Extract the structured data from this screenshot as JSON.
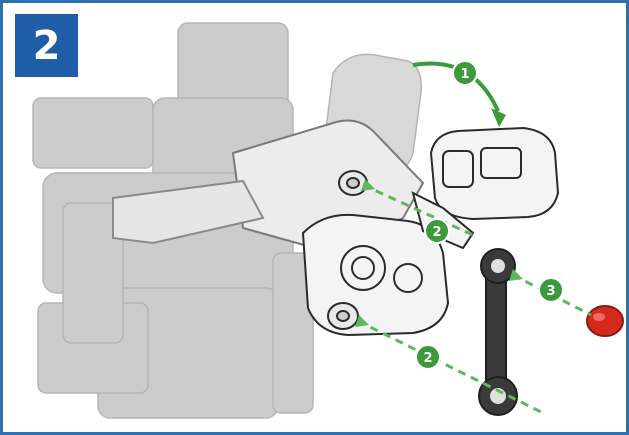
{
  "step": {
    "number": "2"
  },
  "callouts": [
    {
      "id": "c1",
      "label": "1"
    },
    {
      "id": "c2a",
      "label": "2"
    },
    {
      "id": "c2b",
      "label": "2"
    },
    {
      "id": "c3",
      "label": "3"
    }
  ],
  "colors": {
    "frame": "#2f6fb0",
    "badge": "#1f5da6",
    "callout_green": "#3c9a3c",
    "guide_green": "#5db85d",
    "ghost_gray": "#bdbdbd",
    "part_outline": "#2b2b2b",
    "connector": "#3a3a3a",
    "pin_red": "#d42a1e"
  },
  "icons": {
    "rotate_arrow": "curved-arrow-icon",
    "pin": "red-pin-icon"
  }
}
